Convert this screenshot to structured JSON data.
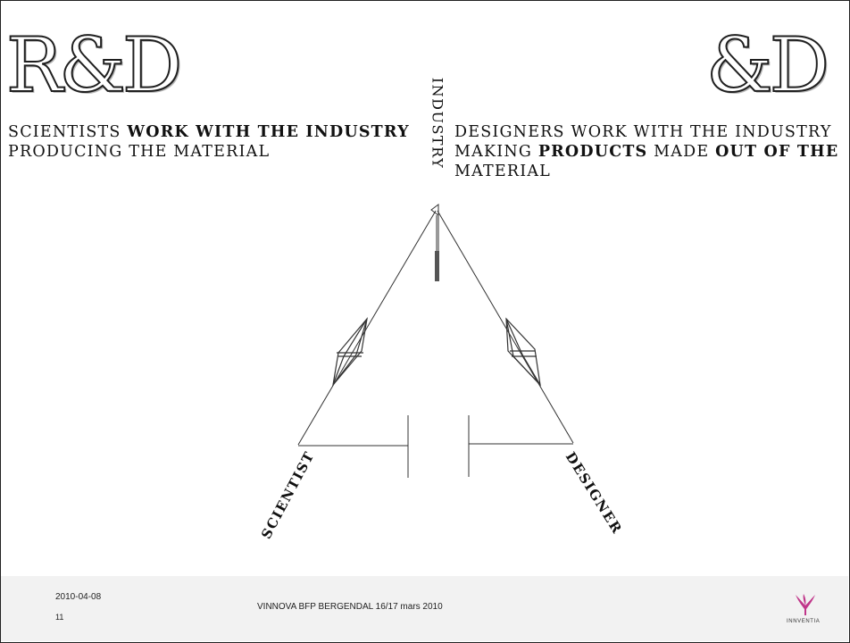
{
  "slide": {
    "rd_title": "R&D",
    "amp_d_title": "&D",
    "scientists_line1_a": "SCIENTISTS ",
    "scientists_line1_b": "WORK WITH THE INDUSTRY",
    "scientists_line2": "PRODUCING THE MATERIAL",
    "designers_line1": "DESIGNERS WORK WITH THE INDUSTRY",
    "designers_line2_a": "MAKING ",
    "designers_line2_b": "PRODUCTS",
    "designers_line2_c": " MADE ",
    "designers_line2_d": "OUT OF THE",
    "designers_line3": "MATERIAL",
    "industry_label": "INDUSTRY",
    "scientist_label": "SCIENTIST",
    "designer_label": "DESIGNER"
  },
  "footer": {
    "date": "2010-04-08",
    "page_number": "11",
    "event": "VINNOVA BFP BERGENDAL 16/17 mars 2010",
    "logo_text": "INNVENTIA",
    "logo_color": "#c0368a"
  }
}
